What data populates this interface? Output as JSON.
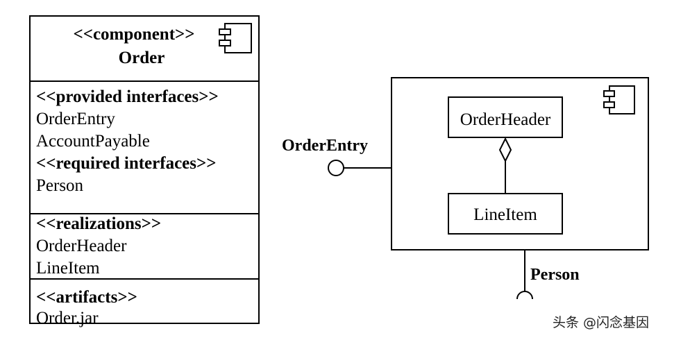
{
  "component_spec": {
    "stereotype": "<<component>>",
    "name": "Order",
    "provided_heading": "<<provided interfaces>>",
    "provided": [
      "OrderEntry",
      "AccountPayable"
    ],
    "required_heading": "<<required interfaces>>",
    "required": [
      "Person"
    ],
    "realizations_heading": "<<realizations>>",
    "realizations": [
      "OrderHeader",
      "LineItem"
    ],
    "artifacts_heading": "<<artifacts>>",
    "artifacts": [
      "Order.jar"
    ]
  },
  "component_diagram": {
    "provided_interface_label": "OrderEntry",
    "required_interface_label": "Person",
    "class_top": "OrderHeader",
    "class_bottom": "LineItem"
  },
  "watermark": "头条 @闪念基因",
  "icons": [
    "component-icon",
    "component-icon",
    "diamond-icon"
  ]
}
